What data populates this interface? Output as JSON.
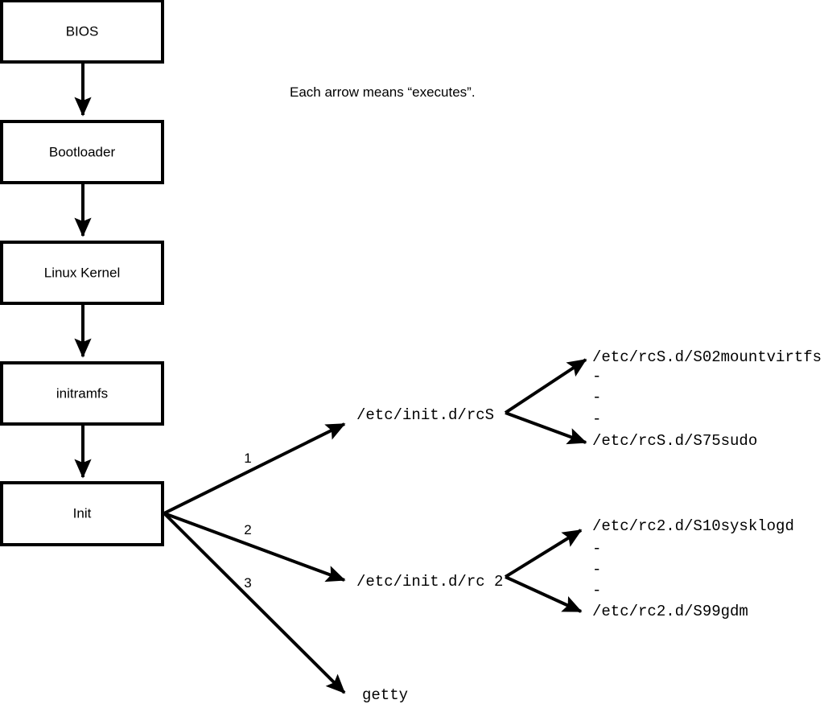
{
  "diagram": {
    "caption": "Each arrow means “executes”.",
    "boot_chain": [
      {
        "id": "bios",
        "label": "BIOS"
      },
      {
        "id": "bootloader",
        "label": "Bootloader"
      },
      {
        "id": "kernel",
        "label": "Linux Kernel"
      },
      {
        "id": "initramfs",
        "label": "initramfs"
      },
      {
        "id": "init",
        "label": "Init"
      }
    ],
    "init_branches": [
      {
        "number": "1",
        "target": "/etc/init.d/rcS"
      },
      {
        "number": "2",
        "target": "/etc/init.d/rc 2"
      },
      {
        "number": "3",
        "target": "getty"
      }
    ],
    "rcs_scripts": {
      "first": "/etc/rcS.d/S02mountvirtfs",
      "ellipsis": [
        "-",
        "-",
        "-"
      ],
      "last": "/etc/rcS.d/S75sudo"
    },
    "rc2_scripts": {
      "first": "/etc/rc2.d/S10sysklogd",
      "ellipsis": [
        "-",
        "-",
        "-"
      ],
      "last": "/etc/rc2.d/S99gdm"
    },
    "colors": {
      "stroke": "#000000",
      "fill": "#ffffff",
      "text": "#000000"
    }
  }
}
